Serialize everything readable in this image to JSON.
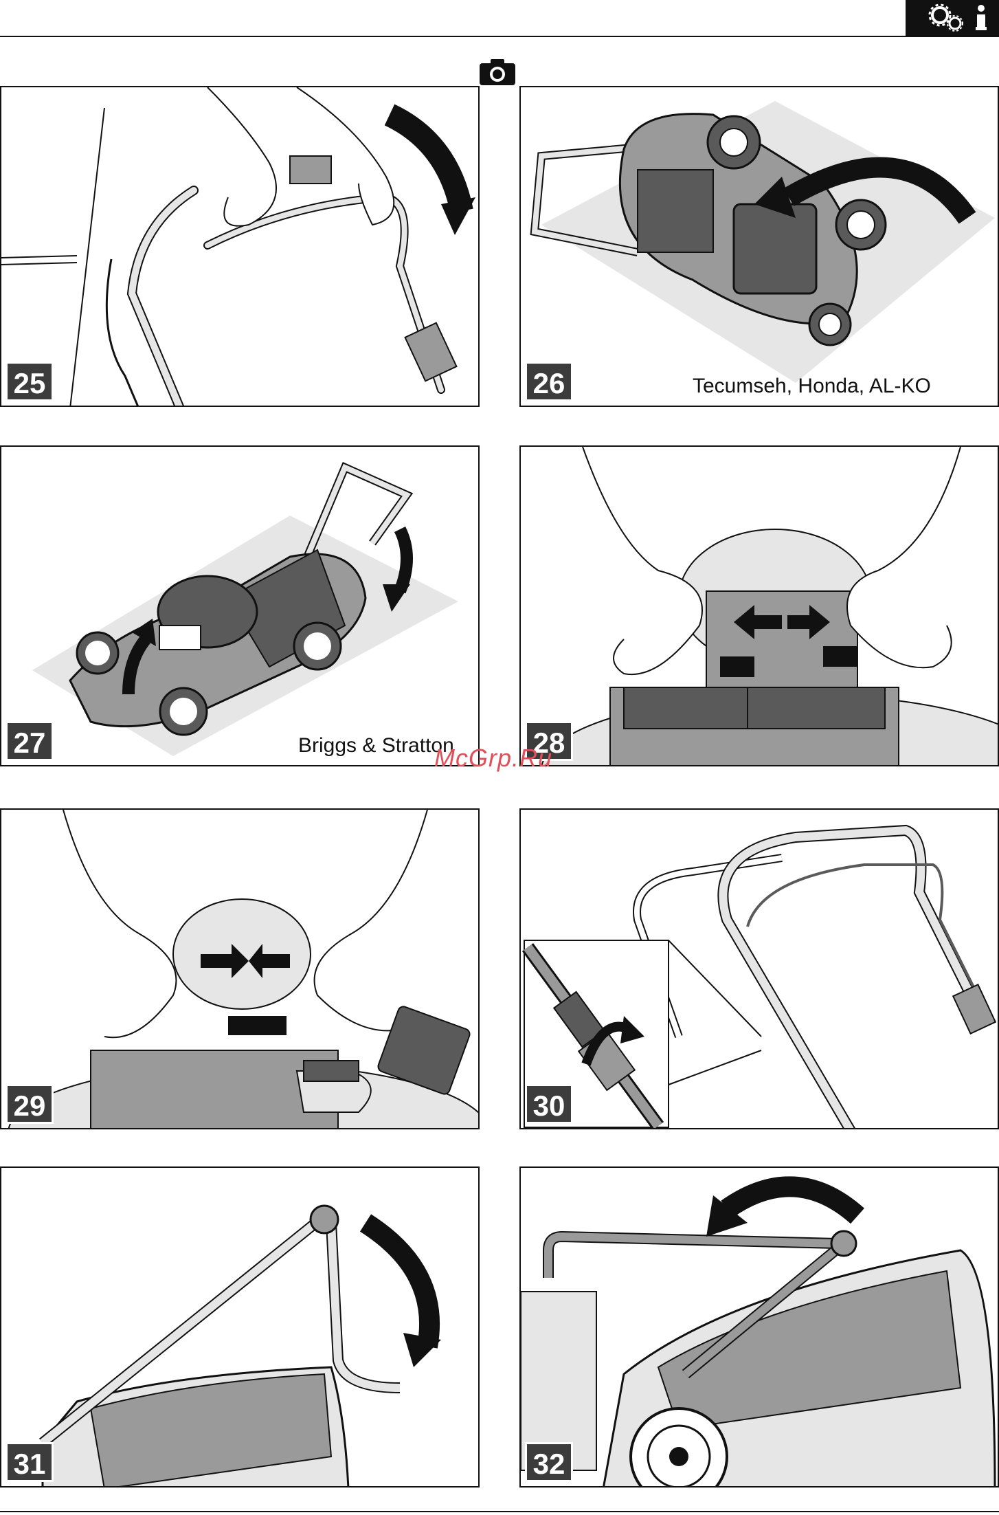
{
  "header": {
    "badge_icons": [
      "gears-icon",
      "info-icon"
    ]
  },
  "section_icon": "camera-icon",
  "panels": [
    {
      "number": "25",
      "caption": ""
    },
    {
      "number": "26",
      "caption": "Tecumseh,     Honda,  AL-KO"
    },
    {
      "number": "27",
      "caption": "Briggs & Stratton"
    },
    {
      "number": "28",
      "caption": ""
    },
    {
      "number": "29",
      "caption": ""
    },
    {
      "number": "30",
      "caption": ""
    },
    {
      "number": "31",
      "caption": ""
    },
    {
      "number": "32",
      "caption": ""
    }
  ],
  "watermark": "McGrp.Ru",
  "colors": {
    "ink": "#111111",
    "fill_light": "#e6e6e6",
    "fill_mid": "#9a9a9a",
    "fill_dark": "#5a5a5a",
    "watermark": "#e0505a"
  }
}
